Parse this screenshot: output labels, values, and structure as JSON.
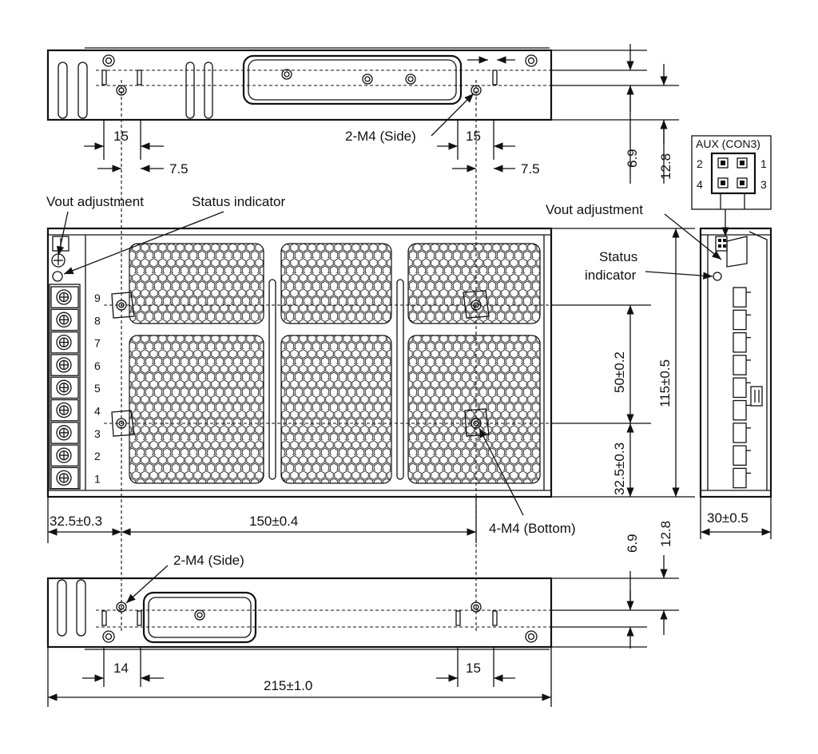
{
  "top_view": {
    "dim_left": "15",
    "dim_left_half": "7.5",
    "dim_right": "15",
    "dim_right_half": "7.5",
    "screw_label": "2-M4 (Side)",
    "dim_v1": "6.9",
    "dim_v2": "12.8"
  },
  "front_view": {
    "vout_label": "Vout adjustment",
    "status_label": "Status indicator",
    "terminal_numbers": [
      "9",
      "8",
      "7",
      "6",
      "5",
      "4",
      "3",
      "2",
      "1"
    ],
    "dim_spacing": "50±0.2",
    "dim_bottom_offset": "32.5±0.3",
    "dim_height": "115±0.5",
    "dim_left_offset": "32.5±0.3",
    "dim_hole_pitch": "150±0.4",
    "bottom_screw_label": "4-M4 (Bottom)"
  },
  "side_view": {
    "aux_title": "AUX (CON3)",
    "aux_pins": [
      "2",
      "1",
      "4",
      "3"
    ],
    "vout_label": "Vout adjustment",
    "status_label_1": "Status",
    "status_label_2": "indicator",
    "dim_depth": "30±0.5"
  },
  "bottom_view": {
    "screw_label": "2-M4 (Side)",
    "dim_v1": "6.9",
    "dim_v2": "12.8",
    "dim_left": "14",
    "dim_right": "15",
    "dim_length": "215±1.0"
  }
}
